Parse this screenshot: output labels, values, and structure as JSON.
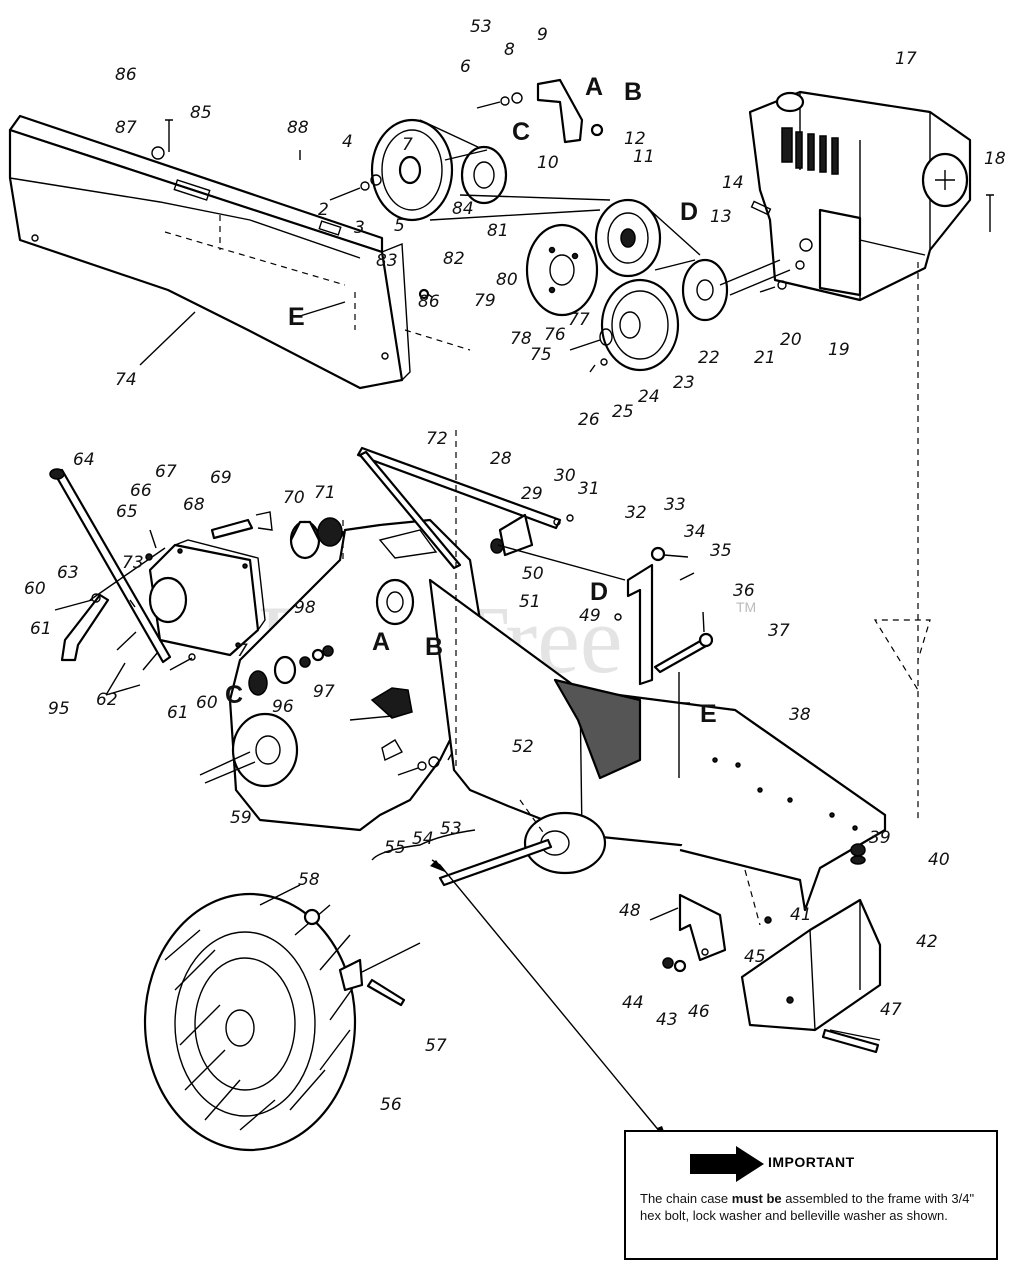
{
  "watermark": {
    "text": "PartsTree",
    "trademark": "TM"
  },
  "labels": {
    "l2": "2",
    "l3": "3",
    "l4": "4",
    "l5": "5",
    "l6": "6",
    "l7": "7",
    "l8": "8",
    "l9": "9",
    "l10": "10",
    "l11": "11",
    "l12": "12",
    "l13": "13",
    "l14": "14",
    "l17": "17",
    "l18": "18",
    "l19": "19",
    "l20": "20",
    "l21": "21",
    "l22": "22",
    "l23": "23",
    "l24": "24",
    "l25": "25",
    "l26": "26",
    "l28": "28",
    "l29": "29",
    "l30": "30",
    "l31": "31",
    "l32": "32",
    "l33": "33",
    "l34": "34",
    "l35": "35",
    "l36": "36",
    "l37": "37",
    "l38": "38",
    "l39": "39",
    "l40": "40",
    "l41": "41",
    "l42": "42",
    "l43": "43",
    "l44": "44",
    "l45": "45",
    "l46": "46",
    "l47": "47",
    "l48": "48",
    "l49": "49",
    "l50": "50",
    "l51": "51",
    "l52": "52",
    "l53a": "53",
    "l53b": "53",
    "l54": "54",
    "l55": "55",
    "l56": "56",
    "l57": "57",
    "l58": "58",
    "l59": "59",
    "l60a": "60",
    "l60b": "60",
    "l61a": "61",
    "l61b": "61",
    "l62": "62",
    "l63": "63",
    "l64": "64",
    "l65": "65",
    "l66": "66",
    "l67": "67",
    "l68": "68",
    "l69": "69",
    "l70": "70",
    "l71": "71",
    "l72": "72",
    "l73": "73",
    "l74": "74",
    "l75": "75",
    "l76": "76",
    "l77": "77",
    "l78": "78",
    "l79": "79",
    "l80": "80",
    "l81": "81",
    "l82": "82",
    "l83": "83",
    "l84": "84",
    "l85": "85",
    "l86a": "86",
    "l86b": "86",
    "l87": "87",
    "l88": "88",
    "l95": "95",
    "l96": "96",
    "l97": "97",
    "l98": "98",
    "l7b": "7"
  },
  "connectors": {
    "A1": "A",
    "B1": "B",
    "C1": "C",
    "D1": "D",
    "E1": "E",
    "A2": "A",
    "B2": "B",
    "C2": "C",
    "D2": "D",
    "E2": "E"
  },
  "note": {
    "title": "IMPORTANT",
    "text_part1": "The chain case ",
    "text_bold": "must be",
    "text_part2": " assembled to the frame with 3/4\" hex bolt, lock washer and belleville washer as shown."
  }
}
